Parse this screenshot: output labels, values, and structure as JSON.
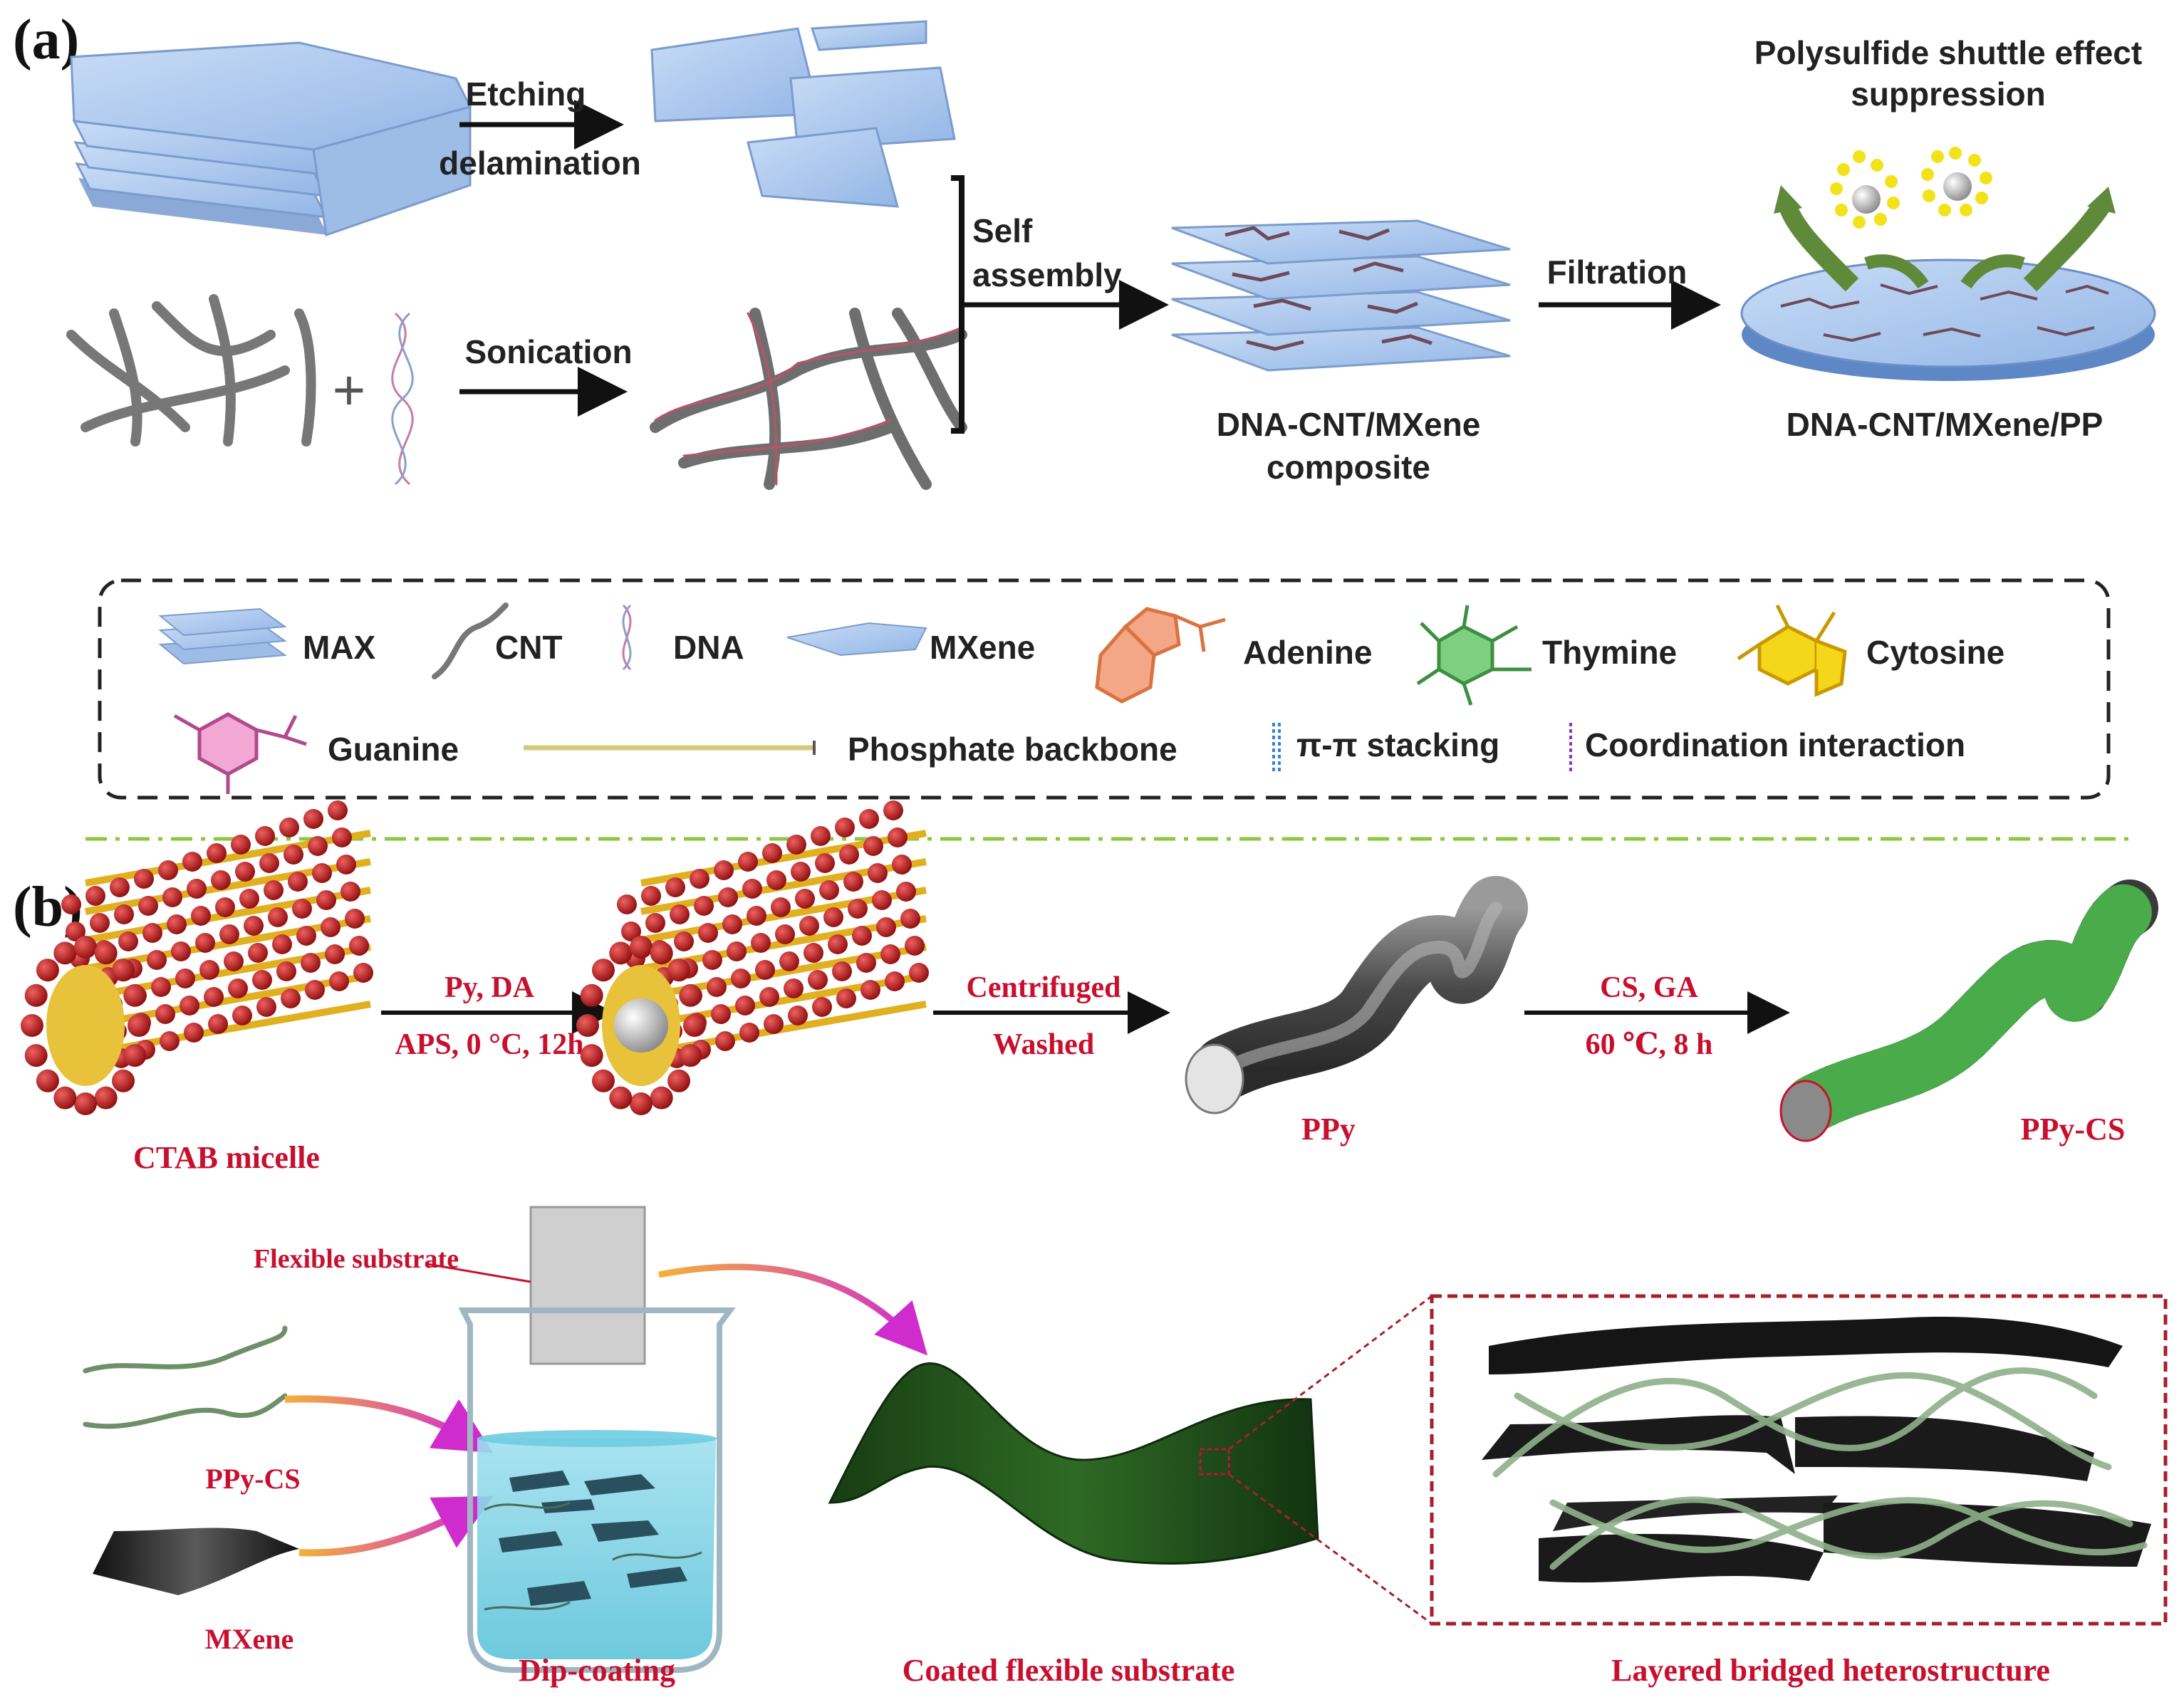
{
  "panel_a": {
    "label": "(a)",
    "etching_line1": "Etching",
    "etching_line2": "delamination",
    "sonication": "Sonication",
    "self_line1": "Self",
    "self_line2": "assembly",
    "filtration": "Filtration",
    "composite_line1": "DNA-CNT/MXene",
    "composite_line2": "composite",
    "product": "DNA-CNT/MXene/PP",
    "shuttle_line1": "Polysulfide shuttle effect",
    "shuttle_line2": "suppression",
    "legend": {
      "max": "MAX",
      "cnt": "CNT",
      "dna": "DNA",
      "mxene": "MXene",
      "adenine": "Adenine",
      "thymine": "Thymine",
      "cytosine": "Cytosine",
      "guanine": "Guanine",
      "phosphate": "Phosphate backbone",
      "pi": "π-π stacking",
      "coord": "Coordination interaction"
    }
  },
  "panel_b": {
    "label": "(b)",
    "step1_top": "Py, DA",
    "step1_bottom": "APS, 0 °C, 12h",
    "step2_top": "Centrifuged",
    "step2_bottom": "Washed",
    "step3_top": "CS, GA",
    "step3_bottom": "60 ℃, 8 h",
    "ctab": "CTAB micelle",
    "ppy": "PPy",
    "ppy_cs": "PPy-CS",
    "flexible_substrate": "Flexible substrate",
    "ppy_cs_small": "PPy-CS",
    "mxene": "MXene",
    "dip_coating": "Dip-coating",
    "coated": "Coated flexible substrate",
    "layered": "Layered bridged heterostructure"
  },
  "colors": {
    "mxene_blue": "#aecbf0",
    "cnt_gray": "#6e6e6e",
    "red_label": "#c8102e",
    "micelle_red": "#b3161b",
    "micelle_gold": "#e0b020",
    "arrow_green": "#5f8a3a",
    "divider_green": "#8fc640"
  }
}
